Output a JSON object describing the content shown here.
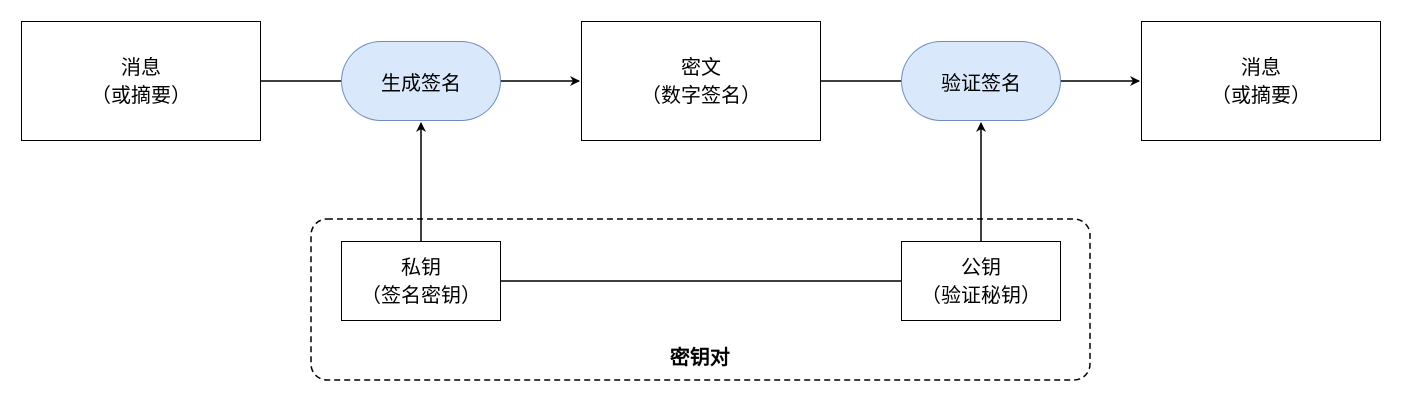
{
  "nodes": {
    "msg_in": {
      "line1": "消息",
      "line2": "（或摘要）"
    },
    "sign": {
      "label": "生成签名"
    },
    "cipher": {
      "line1": "密文",
      "line2": "（数字签名）"
    },
    "verify": {
      "label": "验证签名"
    },
    "msg_out": {
      "line1": "消息",
      "line2": "（或摘要）"
    },
    "private_key": {
      "line1": "私钥",
      "line2": "（签名密钥）"
    },
    "public_key": {
      "line1": "公钥",
      "line2": "（验证秘钥）"
    }
  },
  "group": {
    "label": "密钥对"
  },
  "colors": {
    "pill_fill": "#dae8fc",
    "pill_stroke": "#6c8ebf",
    "line": "#000000"
  }
}
